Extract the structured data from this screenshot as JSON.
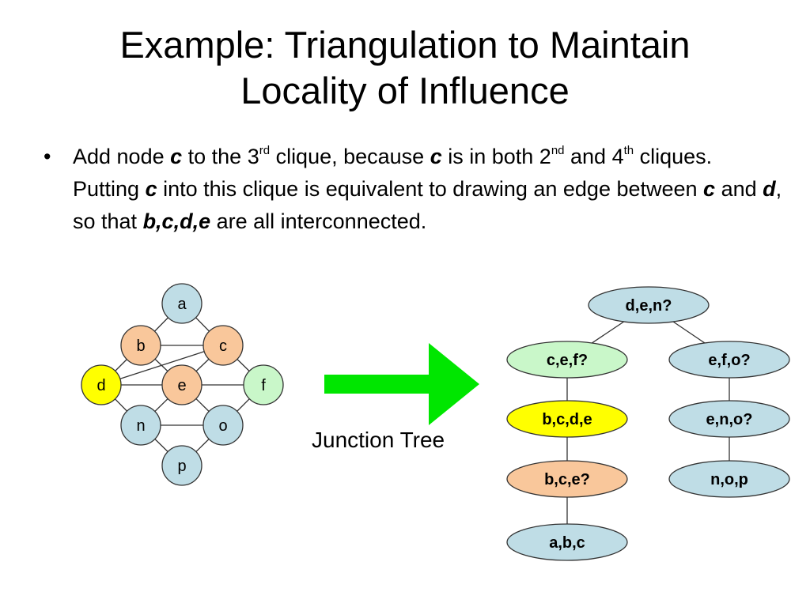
{
  "title": {
    "line1": "Example: Triangulation to Maintain",
    "line2": "Locality of Influence"
  },
  "bullet": {
    "marker": "•",
    "segments": [
      {
        "text": "Add node ",
        "style": "normal"
      },
      {
        "text": "c",
        "style": "em"
      },
      {
        "text": " to the 3",
        "style": "normal"
      },
      {
        "text": "rd",
        "style": "sup"
      },
      {
        "text": " clique, because ",
        "style": "normal"
      },
      {
        "text": "c",
        "style": "em"
      },
      {
        "text": " is in both 2",
        "style": "normal"
      },
      {
        "text": "nd",
        "style": "sup"
      },
      {
        "text": " and 4",
        "style": "normal"
      },
      {
        "text": "th",
        "style": "sup"
      },
      {
        "text": " cliques.  Putting ",
        "style": "normal"
      },
      {
        "text": "c",
        "style": "em"
      },
      {
        "text": " into this clique is equivalent to drawing an edge between ",
        "style": "normal"
      },
      {
        "text": "c",
        "style": "em"
      },
      {
        "text": " and ",
        "style": "normal"
      },
      {
        "text": "d",
        "style": "em"
      },
      {
        "text": ", so that ",
        "style": "normal"
      },
      {
        "text": "b,c,d,e",
        "style": "em"
      },
      {
        "text": " are all interconnected.",
        "style": "normal"
      }
    ]
  },
  "colors": {
    "blue": "#bfdde6",
    "orange": "#f9c79b",
    "yellow": "#ffff00",
    "green": "#c9f7c9",
    "arrow": "#00e600",
    "stroke": "#333333"
  },
  "graph": {
    "nodes": [
      {
        "id": "a",
        "label": "a",
        "color": "blue"
      },
      {
        "id": "b",
        "label": "b",
        "color": "orange"
      },
      {
        "id": "c",
        "label": "c",
        "color": "orange"
      },
      {
        "id": "d",
        "label": "d",
        "color": "yellow"
      },
      {
        "id": "e",
        "label": "e",
        "color": "orange"
      },
      {
        "id": "f",
        "label": "f",
        "color": "green"
      },
      {
        "id": "n",
        "label": "n",
        "color": "blue"
      },
      {
        "id": "o",
        "label": "o",
        "color": "blue"
      },
      {
        "id": "p",
        "label": "p",
        "color": "blue"
      }
    ],
    "edges": [
      [
        "a",
        "b"
      ],
      [
        "a",
        "c"
      ],
      [
        "b",
        "c"
      ],
      [
        "b",
        "d"
      ],
      [
        "b",
        "e"
      ],
      [
        "c",
        "e"
      ],
      [
        "c",
        "d"
      ],
      [
        "c",
        "f"
      ],
      [
        "d",
        "e"
      ],
      [
        "e",
        "f"
      ],
      [
        "d",
        "n"
      ],
      [
        "e",
        "n"
      ],
      [
        "e",
        "o"
      ],
      [
        "f",
        "o"
      ],
      [
        "n",
        "o"
      ],
      [
        "n",
        "p"
      ],
      [
        "o",
        "p"
      ]
    ]
  },
  "arrow_caption": "Junction Tree",
  "junction_tree": {
    "nodes": [
      {
        "id": "den",
        "label": "d,e,n?",
        "color": "blue"
      },
      {
        "id": "cef",
        "label": "c,e,f?",
        "color": "green"
      },
      {
        "id": "efo",
        "label": "e,f,o?",
        "color": "blue"
      },
      {
        "id": "bcde",
        "label": "b,c,d,e",
        "color": "yellow"
      },
      {
        "id": "eno",
        "label": "e,n,o?",
        "color": "blue"
      },
      {
        "id": "bce",
        "label": "b,c,e?",
        "color": "orange"
      },
      {
        "id": "nop",
        "label": "n,o,p",
        "color": "blue"
      },
      {
        "id": "abc",
        "label": "a,b,c",
        "color": "blue"
      }
    ],
    "edges": [
      [
        "den",
        "cef"
      ],
      [
        "den",
        "efo"
      ],
      [
        "cef",
        "bcde"
      ],
      [
        "bcde",
        "bce"
      ],
      [
        "bce",
        "abc"
      ],
      [
        "efo",
        "eno"
      ],
      [
        "eno",
        "nop"
      ]
    ]
  }
}
